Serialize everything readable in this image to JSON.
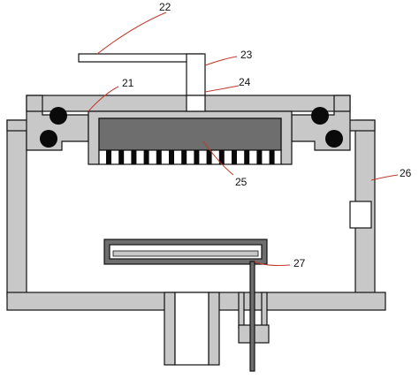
{
  "diagram": {
    "colors": {
      "wall": "#c8c8c8",
      "stroke": "#111111",
      "block": "#6e6e6e",
      "ball": "#0a0a0a",
      "leader": "#c0392b",
      "background": "#ffffff"
    },
    "labels": {
      "l22": "22",
      "l23": "23",
      "l24": "24",
      "l21": "21",
      "l25": "25",
      "l26": "26",
      "l27": "27"
    }
  }
}
